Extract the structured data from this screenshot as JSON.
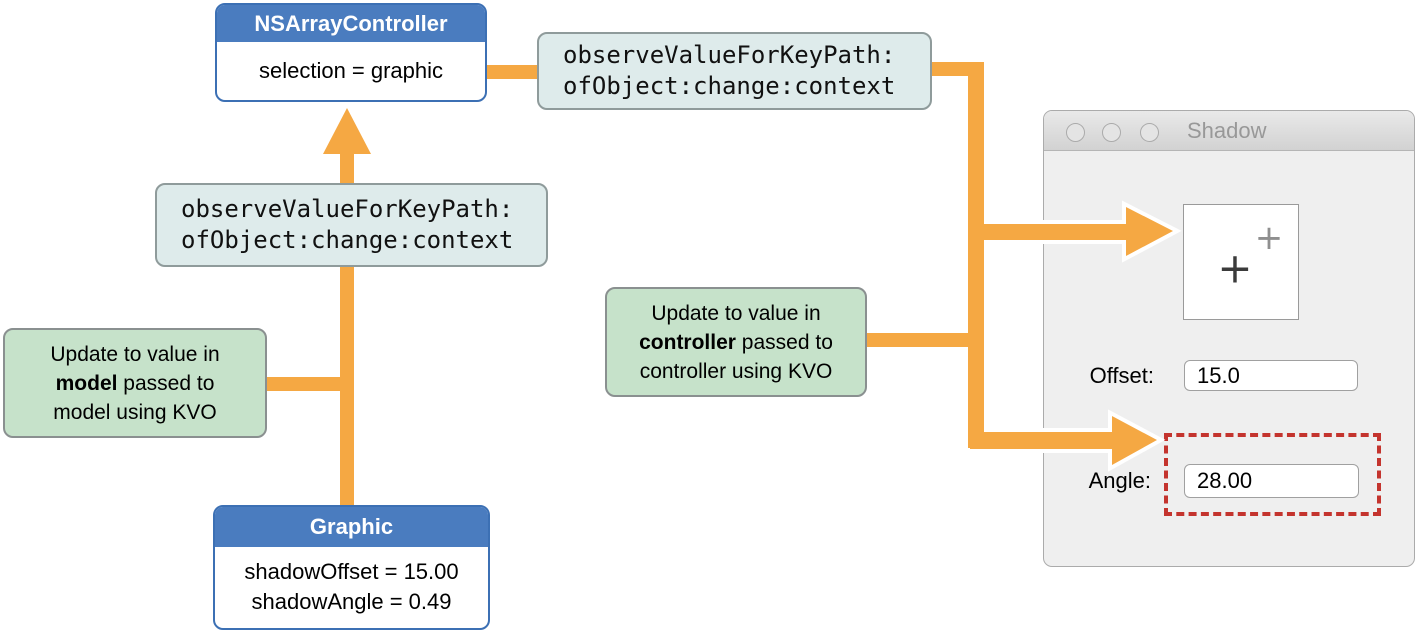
{
  "colors": {
    "accent_orange": "#F5A843",
    "node_blue": "#4A7CBF",
    "node_border_blue": "#3C70B4",
    "code_box_bg": "#DEEBEB",
    "note_green_bg": "#C6E2CA",
    "highlight_red": "#C4342E",
    "window_bg": "#EFEFEF",
    "title_text": "#989898"
  },
  "nodes": {
    "array_controller": {
      "title": "NSArrayController",
      "body": "selection = graphic"
    },
    "kvo_top": {
      "line1": "observeValueForKeyPath:",
      "line2": "ofObject:change:context"
    },
    "kvo_mid": {
      "line1": "observeValueForKeyPath:",
      "line2": "ofObject:change:context"
    },
    "note_model": {
      "line1": "Update to value in",
      "bold": "model",
      "line2_rest": " passed to",
      "line3": "model using KVO"
    },
    "note_controller": {
      "line1": "Update to value in",
      "bold": "controller",
      "line2_rest": " passed to",
      "line3": "controller using KVO"
    },
    "graphic": {
      "title": "Graphic",
      "line1": "shadowOffset = 15.00",
      "line2": "shadowAngle = 0.49"
    }
  },
  "window": {
    "title": "Shadow",
    "canvas_plus_small": "+",
    "canvas_plus_large": "+",
    "offset": {
      "label": "Offset:",
      "value": "15.0"
    },
    "angle": {
      "label": "Angle:",
      "value": "28.00"
    }
  }
}
